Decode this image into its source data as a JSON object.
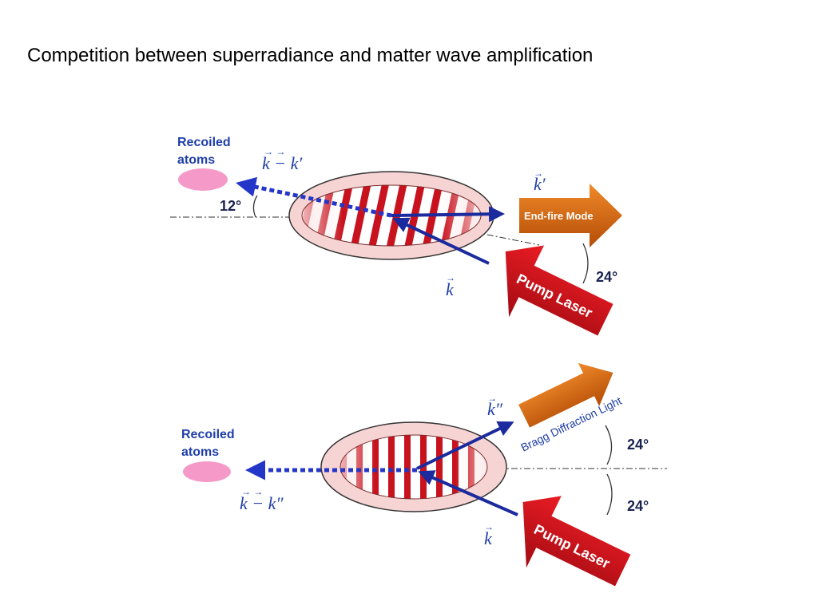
{
  "title": "Competition between superradiance  and matter wave amplification",
  "colors": {
    "vector_blue": "#1b2a9c",
    "dash_blue": "#2436c8",
    "label_blue": "#1f3fa8",
    "cloud_pink": "#f7d4d4",
    "stripe_red": "#c8121e",
    "endfire_orange": "#d86a10",
    "pump_red": "#d1141d",
    "atoms_pink": "#f59ac8"
  },
  "top": {
    "recoiled_line1": "Recoiled",
    "recoiled_line2": "atoms",
    "vec_diff": "k − k′",
    "angle_left": "12°",
    "vec_out": "k′",
    "endfire_label": "End-fire Mode",
    "angle_right": "24°",
    "vec_in": "k",
    "pump_label": "Pump Laser"
  },
  "bottom": {
    "recoiled_line1": "Recoiled",
    "recoiled_line2": "atoms",
    "vec_diff": "k − k″",
    "vec_out": "k″",
    "bragg_label": "Bragg Diffraction Light",
    "angle_upper": "24°",
    "angle_lower": "24°",
    "vec_in": "k",
    "pump_label": "Pump Laser"
  }
}
